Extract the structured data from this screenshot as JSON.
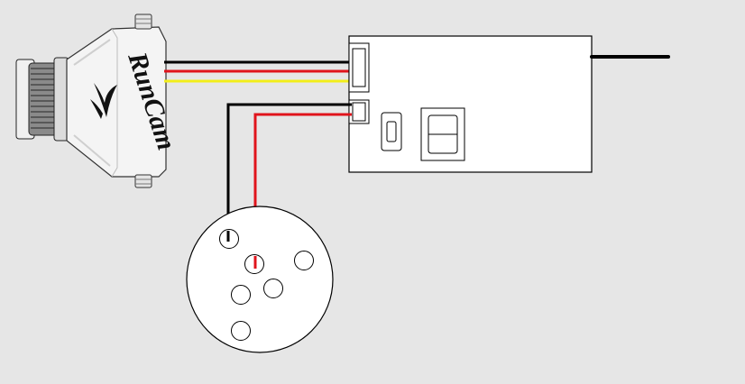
{
  "camera": {
    "brand": "RunCam",
    "logo_icon": "bird-swoosh-icon"
  },
  "colors": {
    "background": "#e6e6e6",
    "outline": "#000000",
    "wire_black": "#000000",
    "wire_red": "#e0141c",
    "wire_yellow": "#f2ee1a",
    "camera_body": "#f4f4f4",
    "camera_shade": "#cfcfcf",
    "module_fill": "#ffffff",
    "plug_fill": "#ffffff"
  },
  "wires": {
    "camera_to_module": [
      "black",
      "red",
      "yellow"
    ],
    "module_to_plug": [
      "black",
      "red"
    ],
    "antenna": "black"
  },
  "plug": {
    "pin_count": 6,
    "connected_pins": 2
  }
}
